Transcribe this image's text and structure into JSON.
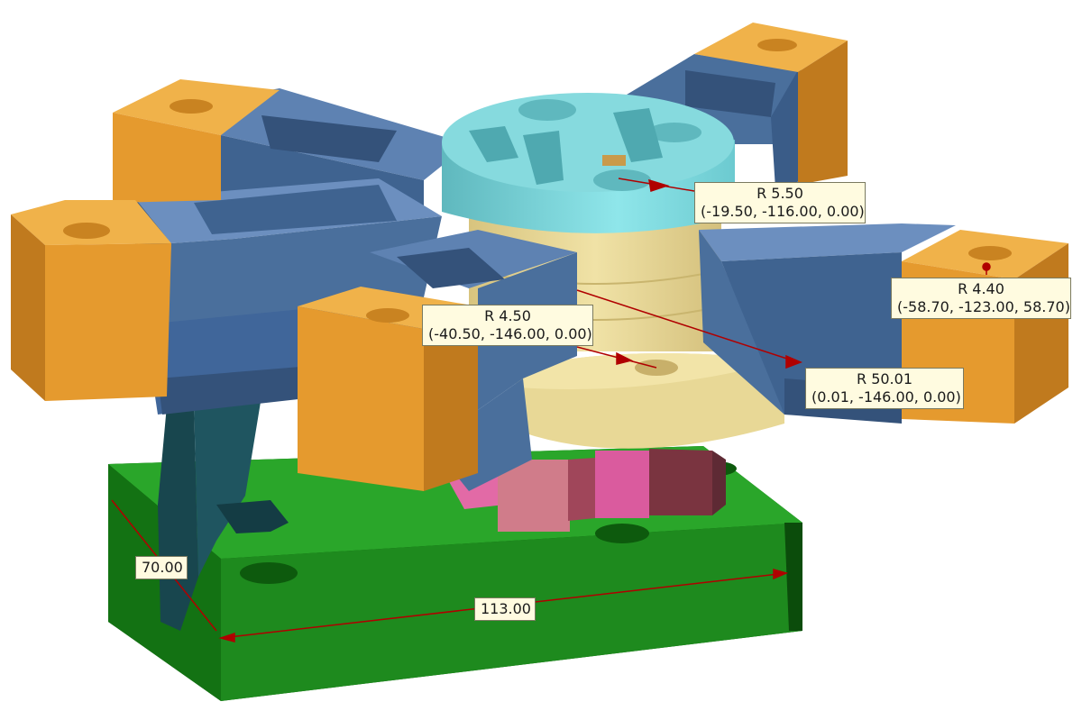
{
  "colors": {
    "arm_blue": "#4a6f9c",
    "arm_blue_dark": "#34527a",
    "arm_blue_light": "#6c8fbf",
    "block_orange": "#e59a2e",
    "block_orange_dark": "#b8741a",
    "block_orange_light": "#f0b24a",
    "cap_cyan": "#7fd4d8",
    "cap_cyan_dark": "#4fa9b0",
    "cyl_yellow": "#e8d896",
    "cyl_yellow_dark": "#c8b670",
    "gear_pink": "#d9609a",
    "gear_pink_dark": "#8a3a4a",
    "base_green": "#1e8a1e",
    "base_green_dark": "#0e5e0e",
    "base_green_light": "#2aa62a",
    "post_teal": "#18464e",
    "annotation_red": "#b00000",
    "label_bg": "#fffbe0"
  },
  "annotations": [
    {
      "name": "r-5-50",
      "radius": "R 5.50",
      "coords": "(-19.50, -116.00, 0.00)"
    },
    {
      "name": "r-4-40",
      "radius": "R 4.40",
      "coords": "(-58.70, -123.00, 58.70)"
    },
    {
      "name": "r-4-50",
      "radius": "R 4.50",
      "coords": "(-40.50, -146.00, 0.00)"
    },
    {
      "name": "r-50-01",
      "radius": "R 50.01",
      "coords": "(0.01, -146.00, 0.00)"
    }
  ],
  "dimensions": {
    "depth": "70.00",
    "width": "113.00"
  }
}
